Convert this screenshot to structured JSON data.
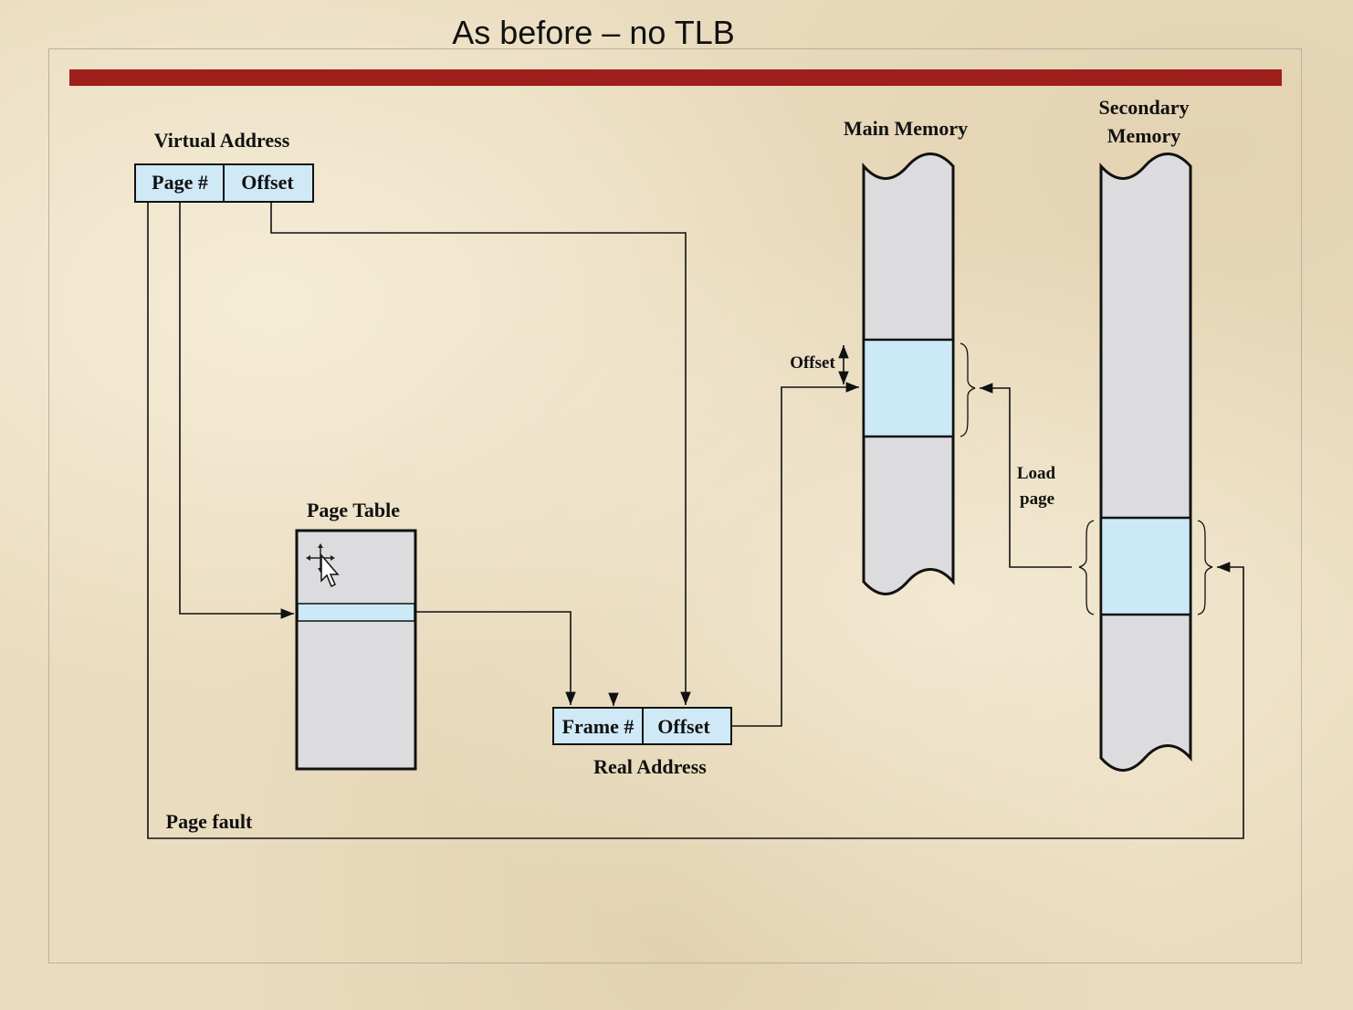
{
  "slide": {
    "title": "As before – no TLB"
  },
  "virtual_address": {
    "label": "Virtual Address",
    "page_field": "Page #",
    "offset_field": "Offset"
  },
  "page_table": {
    "label": "Page Table"
  },
  "real_address": {
    "label": "Real Address",
    "frame_field": "Frame #",
    "offset_field": "Offset"
  },
  "main_memory": {
    "label": "Main Memory",
    "offset_label": "Offset"
  },
  "secondary_memory": {
    "label_line1": "Secondary",
    "label_line2": "Memory"
  },
  "load_page": {
    "line1": "Load",
    "line2": "page"
  },
  "page_fault": {
    "label": "Page fault"
  },
  "colors": {
    "title_bar": "#9e1f1b",
    "address_fill": "#cfe9f6",
    "memory_fill": "#dcdcde",
    "highlight_fill": "#cce9f7",
    "line": "#111111"
  }
}
